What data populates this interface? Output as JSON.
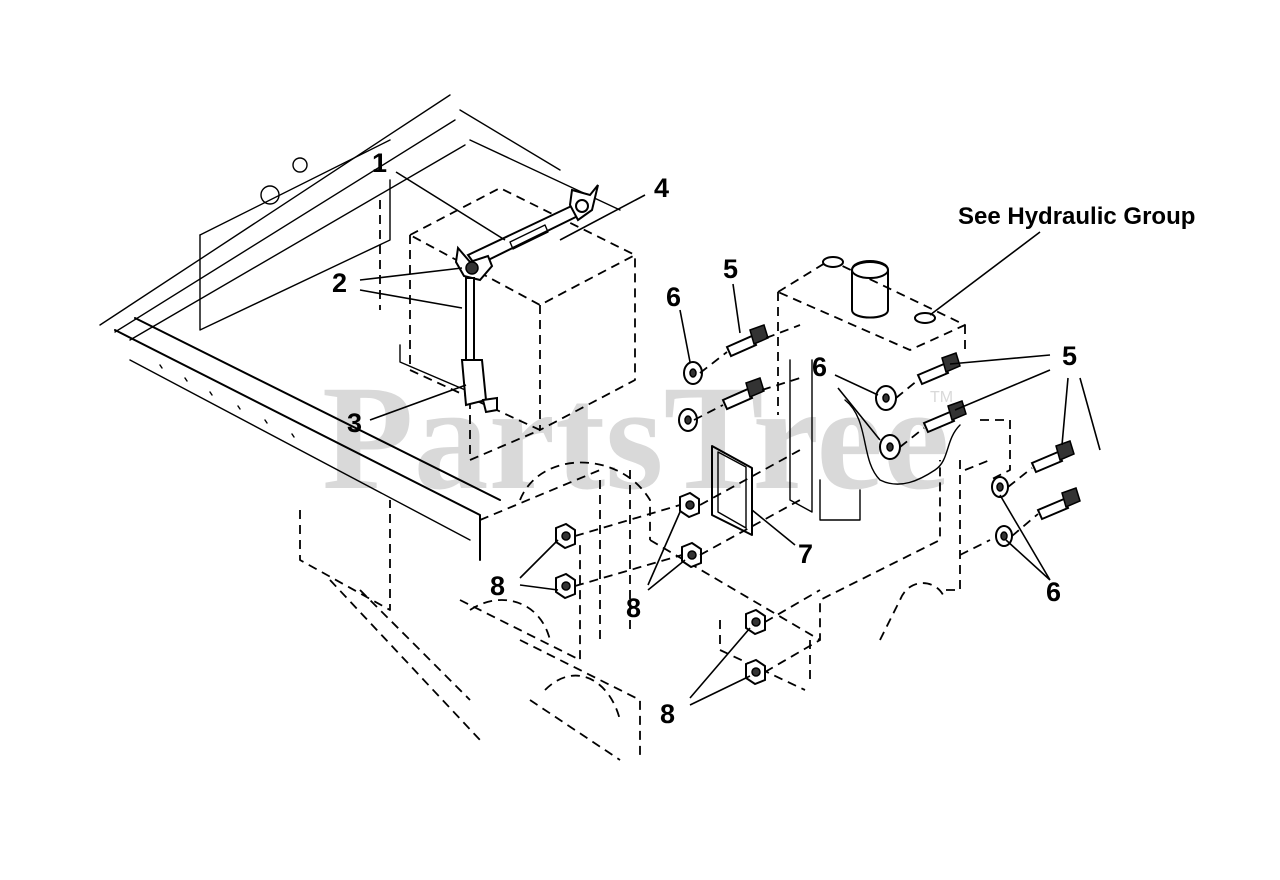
{
  "watermark": {
    "text": "PartsTree",
    "trademark": "TM"
  },
  "callouts": {
    "c1": "1",
    "c2": "2",
    "c3": "3",
    "c4": "4",
    "c5a": "5",
    "c5b": "5",
    "c6a": "6",
    "c6b": "6",
    "c6c": "6",
    "c7": "7",
    "c8a": "8",
    "c8b": "8",
    "c8c": "8"
  },
  "notes": {
    "hydraulic": "See Hydraulic Group"
  }
}
